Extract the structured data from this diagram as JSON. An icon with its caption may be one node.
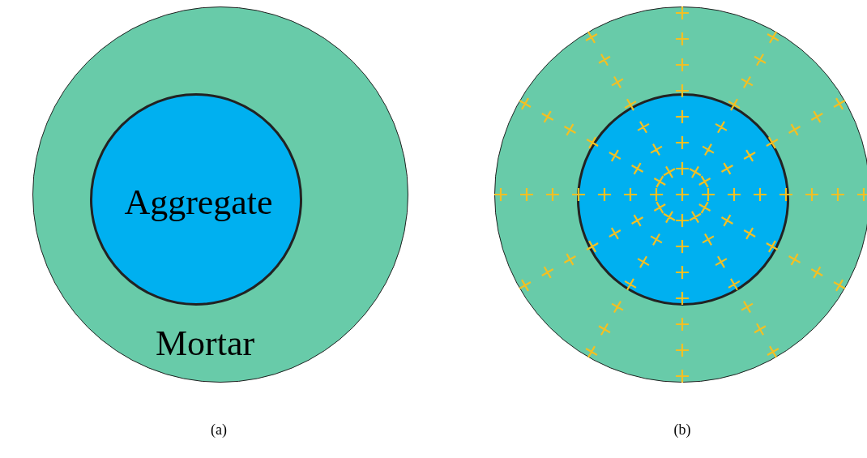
{
  "diagram": {
    "nodes": [
      {
        "text": [
          "Mortar"
        ]
      },
      {
        "text": [
          "Aggregate"
        ],
        "in": 0
      },
      {
        "text": [],
        "shape": "circle"
      },
      {
        "text": [],
        "shape": "circle",
        "in": 2
      }
    ],
    "edges": [],
    "labels": [
      "(a)",
      "(b)"
    ]
  }
}
